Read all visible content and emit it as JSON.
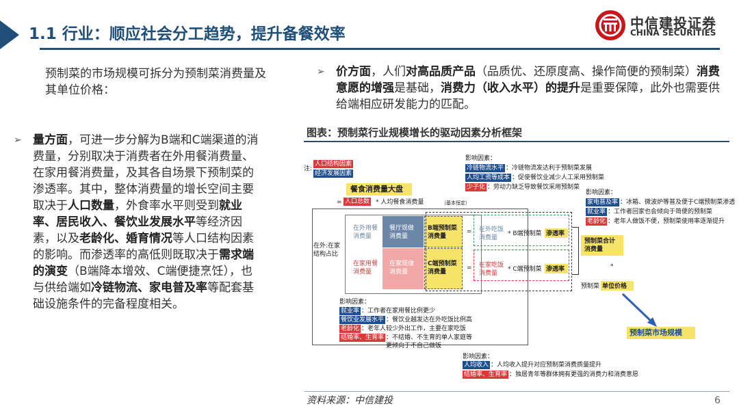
{
  "header": {
    "title": "1.1 行业：顺应社会分工趋势，提升备餐效率",
    "logo_name": "中信建投证券",
    "logo_en": "CHINA SECURITIES",
    "accent": "#1f4e79"
  },
  "left": {
    "intro": "预制菜的市场规模可拆分为预制菜消费量及其单位价格：",
    "bullet_parts": [
      {
        "t": "量方面",
        "b": true
      },
      {
        "t": "，可进一步分解为B端和C端渠道的消费量，分别取决于消费者在外用餐消费量、在家用餐消费量，及其各自场景下预制菜的渗透率。其中，整体消费量的增长空间主要取决于",
        "b": false
      },
      {
        "t": "人口数量",
        "b": true
      },
      {
        "t": "，外食率水平则受到",
        "b": false
      },
      {
        "t": "就业率、居民收入、餐饮业发展水平",
        "b": true
      },
      {
        "t": "等经济因素，以及",
        "b": false
      },
      {
        "t": "老龄化、婚育情况",
        "b": true
      },
      {
        "t": "等人口结构因素的影响。而渗透率的高低则既取决于",
        "b": false
      },
      {
        "t": "需求端的演变",
        "b": true
      },
      {
        "t": "（B端降本增效、C端便捷烹饪），也与供给端如",
        "b": false
      },
      {
        "t": "冷链物流、家电普及率",
        "b": true
      },
      {
        "t": "等配套基础设施条件的完备程度相关。",
        "b": false
      }
    ]
  },
  "right": {
    "bullet_parts": [
      {
        "t": "价方面",
        "b": true
      },
      {
        "t": "，人们",
        "b": false
      },
      {
        "t": "对高品质产品",
        "b": true
      },
      {
        "t": "（品质优、还原度高、操作简便的预制菜）",
        "b": false
      },
      {
        "t": "消费意愿的增强",
        "b": true
      },
      {
        "t": "是基础，",
        "b": false
      },
      {
        "t": "消费力（收入水平）的提升",
        "b": true
      },
      {
        "t": "是重要保障，此外也需要供给端相应研发能力的匹配。",
        "b": false
      }
    ]
  },
  "figure": {
    "title": "图表：预制菜行业规模增长的驱动因素分析框架",
    "note_label": "注:",
    "legend_red": "人口结构因素",
    "legend_blue": "经济发展因素",
    "top_factors_title": "影响因素：",
    "top_factors": [
      {
        "tag": "冷链物流水平",
        "color": "blue",
        "desc": "：冷链物流发达利于预制菜发展"
      },
      {
        "tag": "人均工资等成本",
        "color": "blue",
        "desc": "：促使餐饮业减少人工采用预制菜"
      },
      {
        "tag": "少子化",
        "color": "red",
        "desc": "：劳动力缺乏导致餐饮采用预制菜"
      }
    ],
    "right_factors_title": "影响因素：",
    "right_factors": [
      {
        "tag": "家电普及率",
        "color": "blue",
        "desc": "：冰箱、微波炉等普及便于C端预制菜渗透"
      },
      {
        "tag": "就业率",
        "color": "blue",
        "desc": "：工作者回家也会倾向于简便的预制菜"
      },
      {
        "tag": "老龄化",
        "color": "red",
        "desc": "：老年人做饭不便，预制菜使用率逐渐提升"
      }
    ],
    "catering_total": "餐食消费量大盘",
    "eq_sign": "=",
    "population_tag": "人口总数",
    "population_rest": "* 人均餐食消费量",
    "population_note": "（基本恒定）",
    "eat_out_label": "在外用餐\n消费量",
    "eat_home_label": "在家用餐\n消费量",
    "restaurant_cell": "餐厅现做\n消费量",
    "home_cook_cell": "在家现做\n消费量",
    "b_cell": "B端预制菜\n消费量",
    "c_cell": "C端预制菜\n消费量",
    "eq1": "=",
    "eq2": "=",
    "b_right_pre": "在外吃饭\n消费量",
    "c_right_pre": "在家吃饭\n消费量",
    "b_formula_pre": "* B端预制菜",
    "b_formula_hl": "渗透率",
    "c_formula_pre": "* C端预制菜",
    "c_formula_hl": "渗透率",
    "outer_label": "在外:在家\n结构占比",
    "total_label": "预制菜合计\n消费量",
    "multiply": "*",
    "unit_price_pre": "预制菜",
    "unit_price_hl": "单位价格",
    "market_size": "预制菜市场规模",
    "bottom_factors_title": "影响因素：",
    "bottom_factors": [
      {
        "tag": "就业率",
        "color": "blue",
        "desc": "：工作者在家用餐比例更少"
      },
      {
        "tag": "餐饮业发展水平",
        "color": "blue",
        "desc": "：餐饮业越发达在外吃饭比例高"
      },
      {
        "tag": "老龄化",
        "color": "red",
        "desc": "：老年人较少外出工作，主要在家吃饭"
      },
      {
        "tag": "结婚率、生育率",
        "color": "red",
        "desc": "：不结婚、不生育的单人家庭等\n更倾向于不自己做饭"
      }
    ],
    "price_factors_title": "影响因素：",
    "price_factors": [
      {
        "tag": "人均收入",
        "color": "blue",
        "desc": "：人均收入提升对应预制菜消费质量提升"
      },
      {
        "tag": "结婚率、生育率",
        "color": "red",
        "desc": "：独居青年等群体拥有更强的消费力和消费意愿"
      }
    ],
    "colors": {
      "red": "#d93a3a",
      "blue": "#1f4e8f",
      "pink": "#f2a7a7",
      "slate": "#6b86a6",
      "yellow": "#f7e36a",
      "green": "#2e9e5a"
    }
  },
  "footer": {
    "source": "资料来源：中信建投",
    "page": "6"
  }
}
